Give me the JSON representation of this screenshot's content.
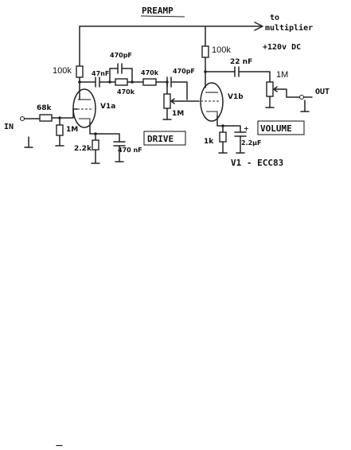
{
  "title": "PREAMP",
  "supply": {
    "line1": "to",
    "line2": "multiplier",
    "voltage": "+120v DC"
  },
  "components": {
    "r_plate_a": "100k",
    "c_coupling_a": "47nF",
    "c_bypass_470p": "470pF",
    "r_470k_top": "470k",
    "r_470k_bottom": "470k",
    "c_drive_470p": "470pF",
    "r_plate_b": "100k",
    "c_out_22n": "22 nF",
    "pot_volume": "1M",
    "r_input": "68k",
    "r_grid_leak": "1M",
    "r_cathode_a": "2.2k",
    "c_cathode_a": "470 nF",
    "pot_drive": "1M",
    "r_cathode_b": "1k",
    "c_cathode_b": "2.2µF",
    "c_cathode_b_sign": "+"
  },
  "tubes": {
    "v1a": "V1a",
    "v1b": "V1b",
    "type": "V1 - ECC83"
  },
  "labels": {
    "drive": "DRIVE",
    "volume": "VOLUME",
    "input": "IN",
    "output": "OUT"
  },
  "footer_mark": "—"
}
